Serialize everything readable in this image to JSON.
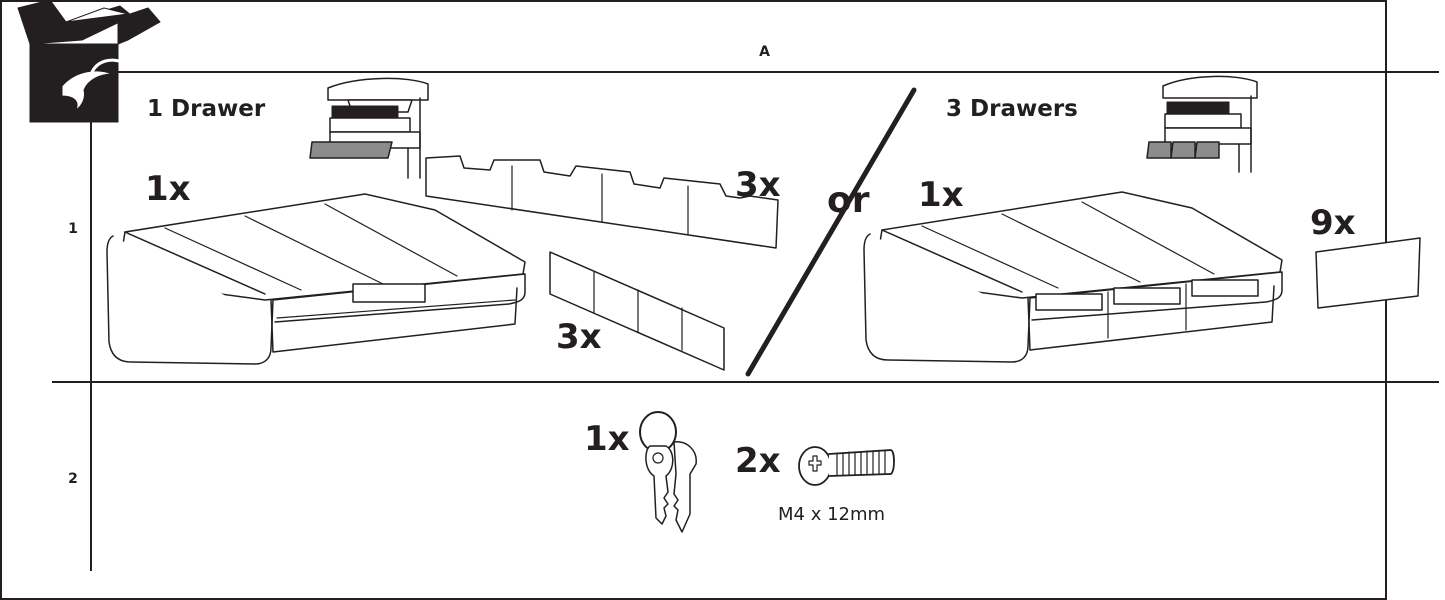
{
  "header": {
    "column_label": "A"
  },
  "rows": [
    {
      "number": "1"
    },
    {
      "number": "2"
    }
  ],
  "step1": {
    "option_one": {
      "title": "1 Drawer",
      "drawer_qty": "1x",
      "long_divider_qty": "3x",
      "short_divider_qty": "3x"
    },
    "separator": "or",
    "option_two": {
      "title": "3 Drawers",
      "drawer_qty": "1x",
      "card_qty": "9x"
    }
  },
  "step2": {
    "keys_qty": "1x",
    "screws_qty": "2x",
    "screw_spec": "M4 x 12mm"
  },
  "icons": [
    "box-logo-icon",
    "pos-terminal-icon",
    "drawer-icon",
    "divider-icon",
    "card-icon",
    "keys-icon",
    "screw-icon"
  ],
  "colors": {
    "ink": "#231f20",
    "shade": "#8c8c8c"
  }
}
